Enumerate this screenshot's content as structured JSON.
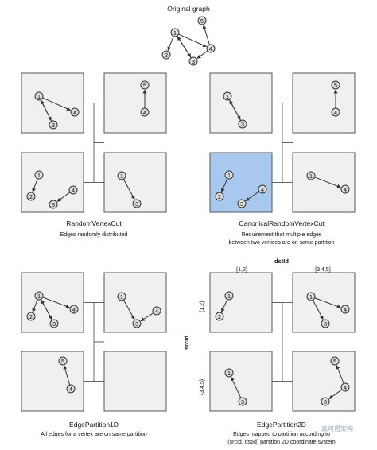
{
  "original": {
    "title": "Original graph",
    "vertices": [
      "1",
      "2",
      "3",
      "4",
      "5"
    ]
  },
  "partitions": {
    "random_vertex_cut": {
      "title": "RandomVertexCut",
      "caption": "Edges randomly distributed"
    },
    "canonical_random_vertex_cut": {
      "title": "CanonicalRandomVertexCut",
      "caption_line1": "Requirement that multiple edges",
      "caption_line2": "between two vertices are on same partition"
    },
    "edge_partition_1d": {
      "title": "EdgePartition1D",
      "caption": "All edges for a vertex are on same partition"
    },
    "edge_partition_2d": {
      "title": "EdgePartition2D",
      "caption_line1": "Edges mapped to partition according to",
      "caption_line2": "(srcId, dstId) partition 2D coordinate system",
      "dst_axis_label": "dstId",
      "src_axis_label": "srcId",
      "col_labels": [
        "{1,2}",
        "{3,4,5}"
      ],
      "row_labels": [
        "{1,2}",
        "{3,4,5}"
      ]
    }
  },
  "watermark": "高可用架构",
  "colors": {
    "panel_fill": "#f0f0f0",
    "highlight_fill": "#a9c8ee",
    "vertex_fill": "#dcdcdc",
    "stroke": "#555555"
  }
}
